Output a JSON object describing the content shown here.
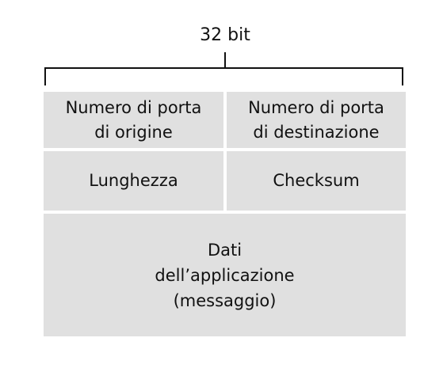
{
  "header": {
    "width_label": "32 bit"
  },
  "segment": {
    "source_port": "Numero di porta\ndi origine",
    "dest_port": "Numero di porta\ndi destinazione",
    "length": "Lunghezza",
    "checksum": "Checksum",
    "data": "Dati\ndell’applicazione\n(messaggio)"
  },
  "colors": {
    "cell_fill": "#e0e0e0",
    "line": "#111111",
    "background": "#ffffff"
  }
}
